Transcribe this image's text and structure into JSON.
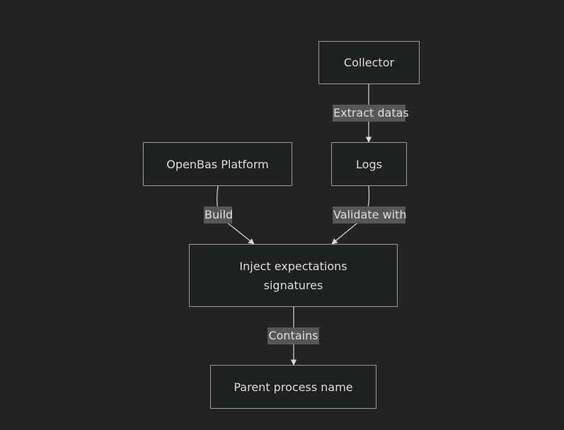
{
  "diagram": {
    "nodes": {
      "collector": "Collector",
      "logs": "Logs",
      "openbas_platform": "OpenBas Platform",
      "inject_expectations": "Inject expectations\nsignatures",
      "parent_process": "Parent process name"
    },
    "edges": {
      "collector_to_logs": "Extract datas",
      "openbas_to_inject": "Build",
      "logs_to_inject": "Validate with",
      "inject_to_parent": "Contains"
    },
    "colors": {
      "background": "#232323",
      "node_fill": "#1f2020",
      "node_border": "#9a9a9a",
      "edge_line": "#d8d8d8",
      "edge_label_bg": "#575757",
      "text": "#dcdcdc"
    }
  }
}
